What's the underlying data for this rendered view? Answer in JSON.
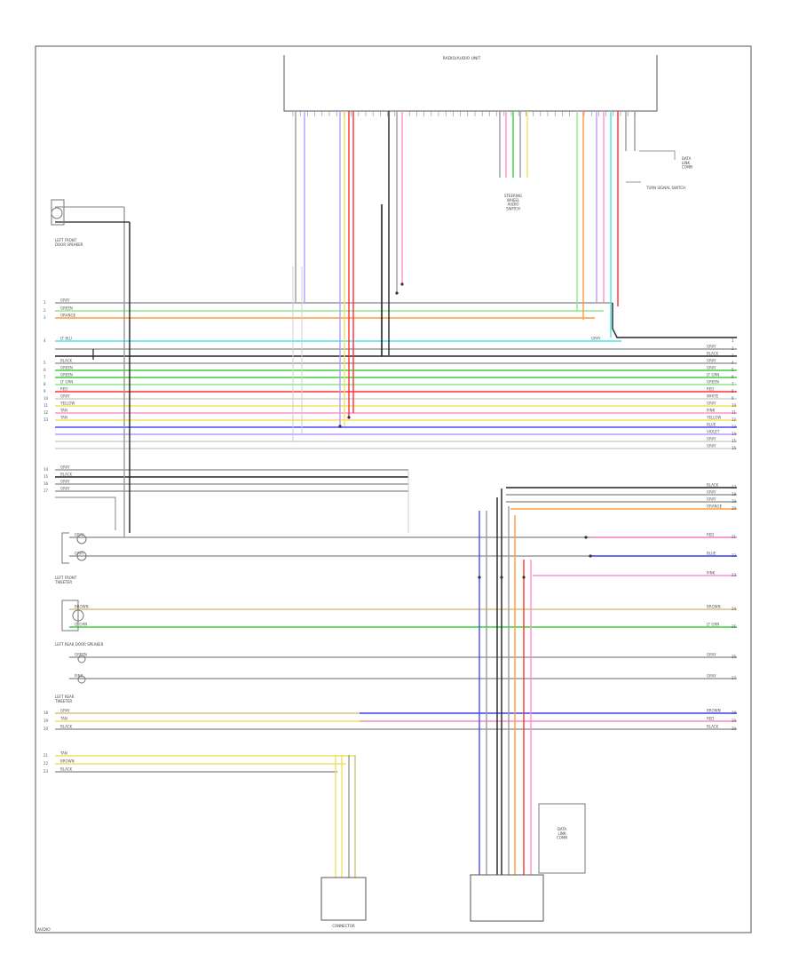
{
  "components": {
    "top_unit": "RADIO/AUDIO UNIT",
    "left_front_speaker": "LEFT FRONT\nDOOR SPEAKER",
    "left_front_tweeter": "LEFT FRONT\nTWEETER",
    "left_rear_speaker": "LEFT REAR DOOR SPEAKER",
    "left_rear_tweeter": "LEFT REAR\nTWEETER",
    "bottom_connector": "CONNECTOR",
    "bottom_right_box": "DATA\nLINK\nCONN",
    "center_label": "STEERING\nWHEEL\nAUDIO\nSWITCH",
    "ext1": "DATA\nLINK\nCONN",
    "ext2": "TURN SIGNAL SWITCH",
    "footer": "AUDIO"
  },
  "wire_labels": {
    "gray": "GRAY",
    "black": "BLACK",
    "white": "WHITE",
    "yellow": "YELLOW",
    "green": "GREEN",
    "lt_green": "LT GRN",
    "red": "RED",
    "blue": "BLUE",
    "violet": "VIOLET",
    "orange": "ORANGE",
    "pink": "PINK",
    "tan": "TAN",
    "brown": "BROWN",
    "lt_blue": "LT BLU"
  },
  "colors": {
    "frame": "#444444",
    "wire_gray": "#9a9a9a",
    "wire_black": "#222222",
    "wire_green": "#3fcf3f",
    "wire_lt_green": "#8ee68e",
    "wire_red": "#ff3030",
    "wire_pink": "#ff8fd0",
    "wire_blue": "#4a4aff",
    "wire_violet": "#b39cff",
    "wire_yellow": "#f0e060",
    "wire_orange": "#ff9a3a",
    "wire_cyan": "#4ae6e6",
    "wire_tan": "#d4c080",
    "wire_lt_gray": "#cfcfcf"
  }
}
